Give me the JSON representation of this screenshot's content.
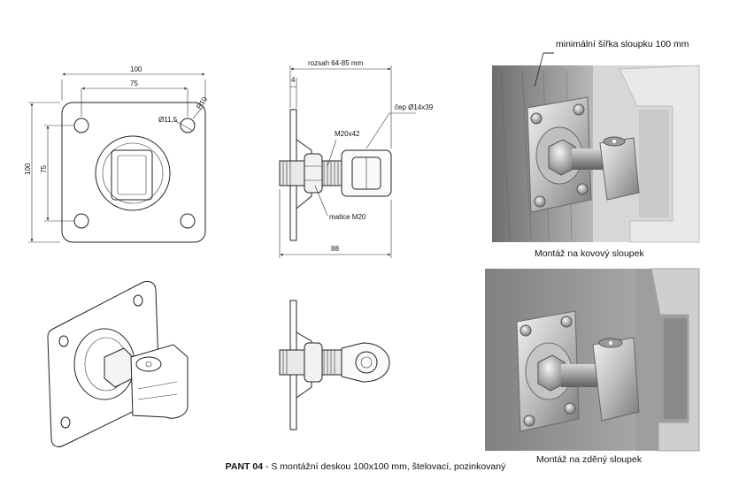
{
  "drawing": {
    "front_view": {
      "dim_width_outer": "100",
      "dim_width_inner": "75",
      "dim_height_outer": "100",
      "dim_height_inner": "75",
      "hole_label": "Ø11,5",
      "radius_label": "R10"
    },
    "side_view": {
      "range_label": "rozsah 64-85 mm",
      "plate_thickness": "4",
      "pin_label": "čep Ø14x39",
      "bolt_label": "M20x42",
      "nut_label": "matice M20",
      "total_length": "88"
    }
  },
  "photos": {
    "width_note": "minimální šířka sloupku 100 mm",
    "metal_caption": "Montáž na kovový sloupek",
    "brick_caption": "Montáž na zděný sloupek"
  },
  "footer": {
    "code": "PANT 04",
    "description": " - S montážní deskou 100x100 mm, štelovací, pozinkovaný"
  }
}
